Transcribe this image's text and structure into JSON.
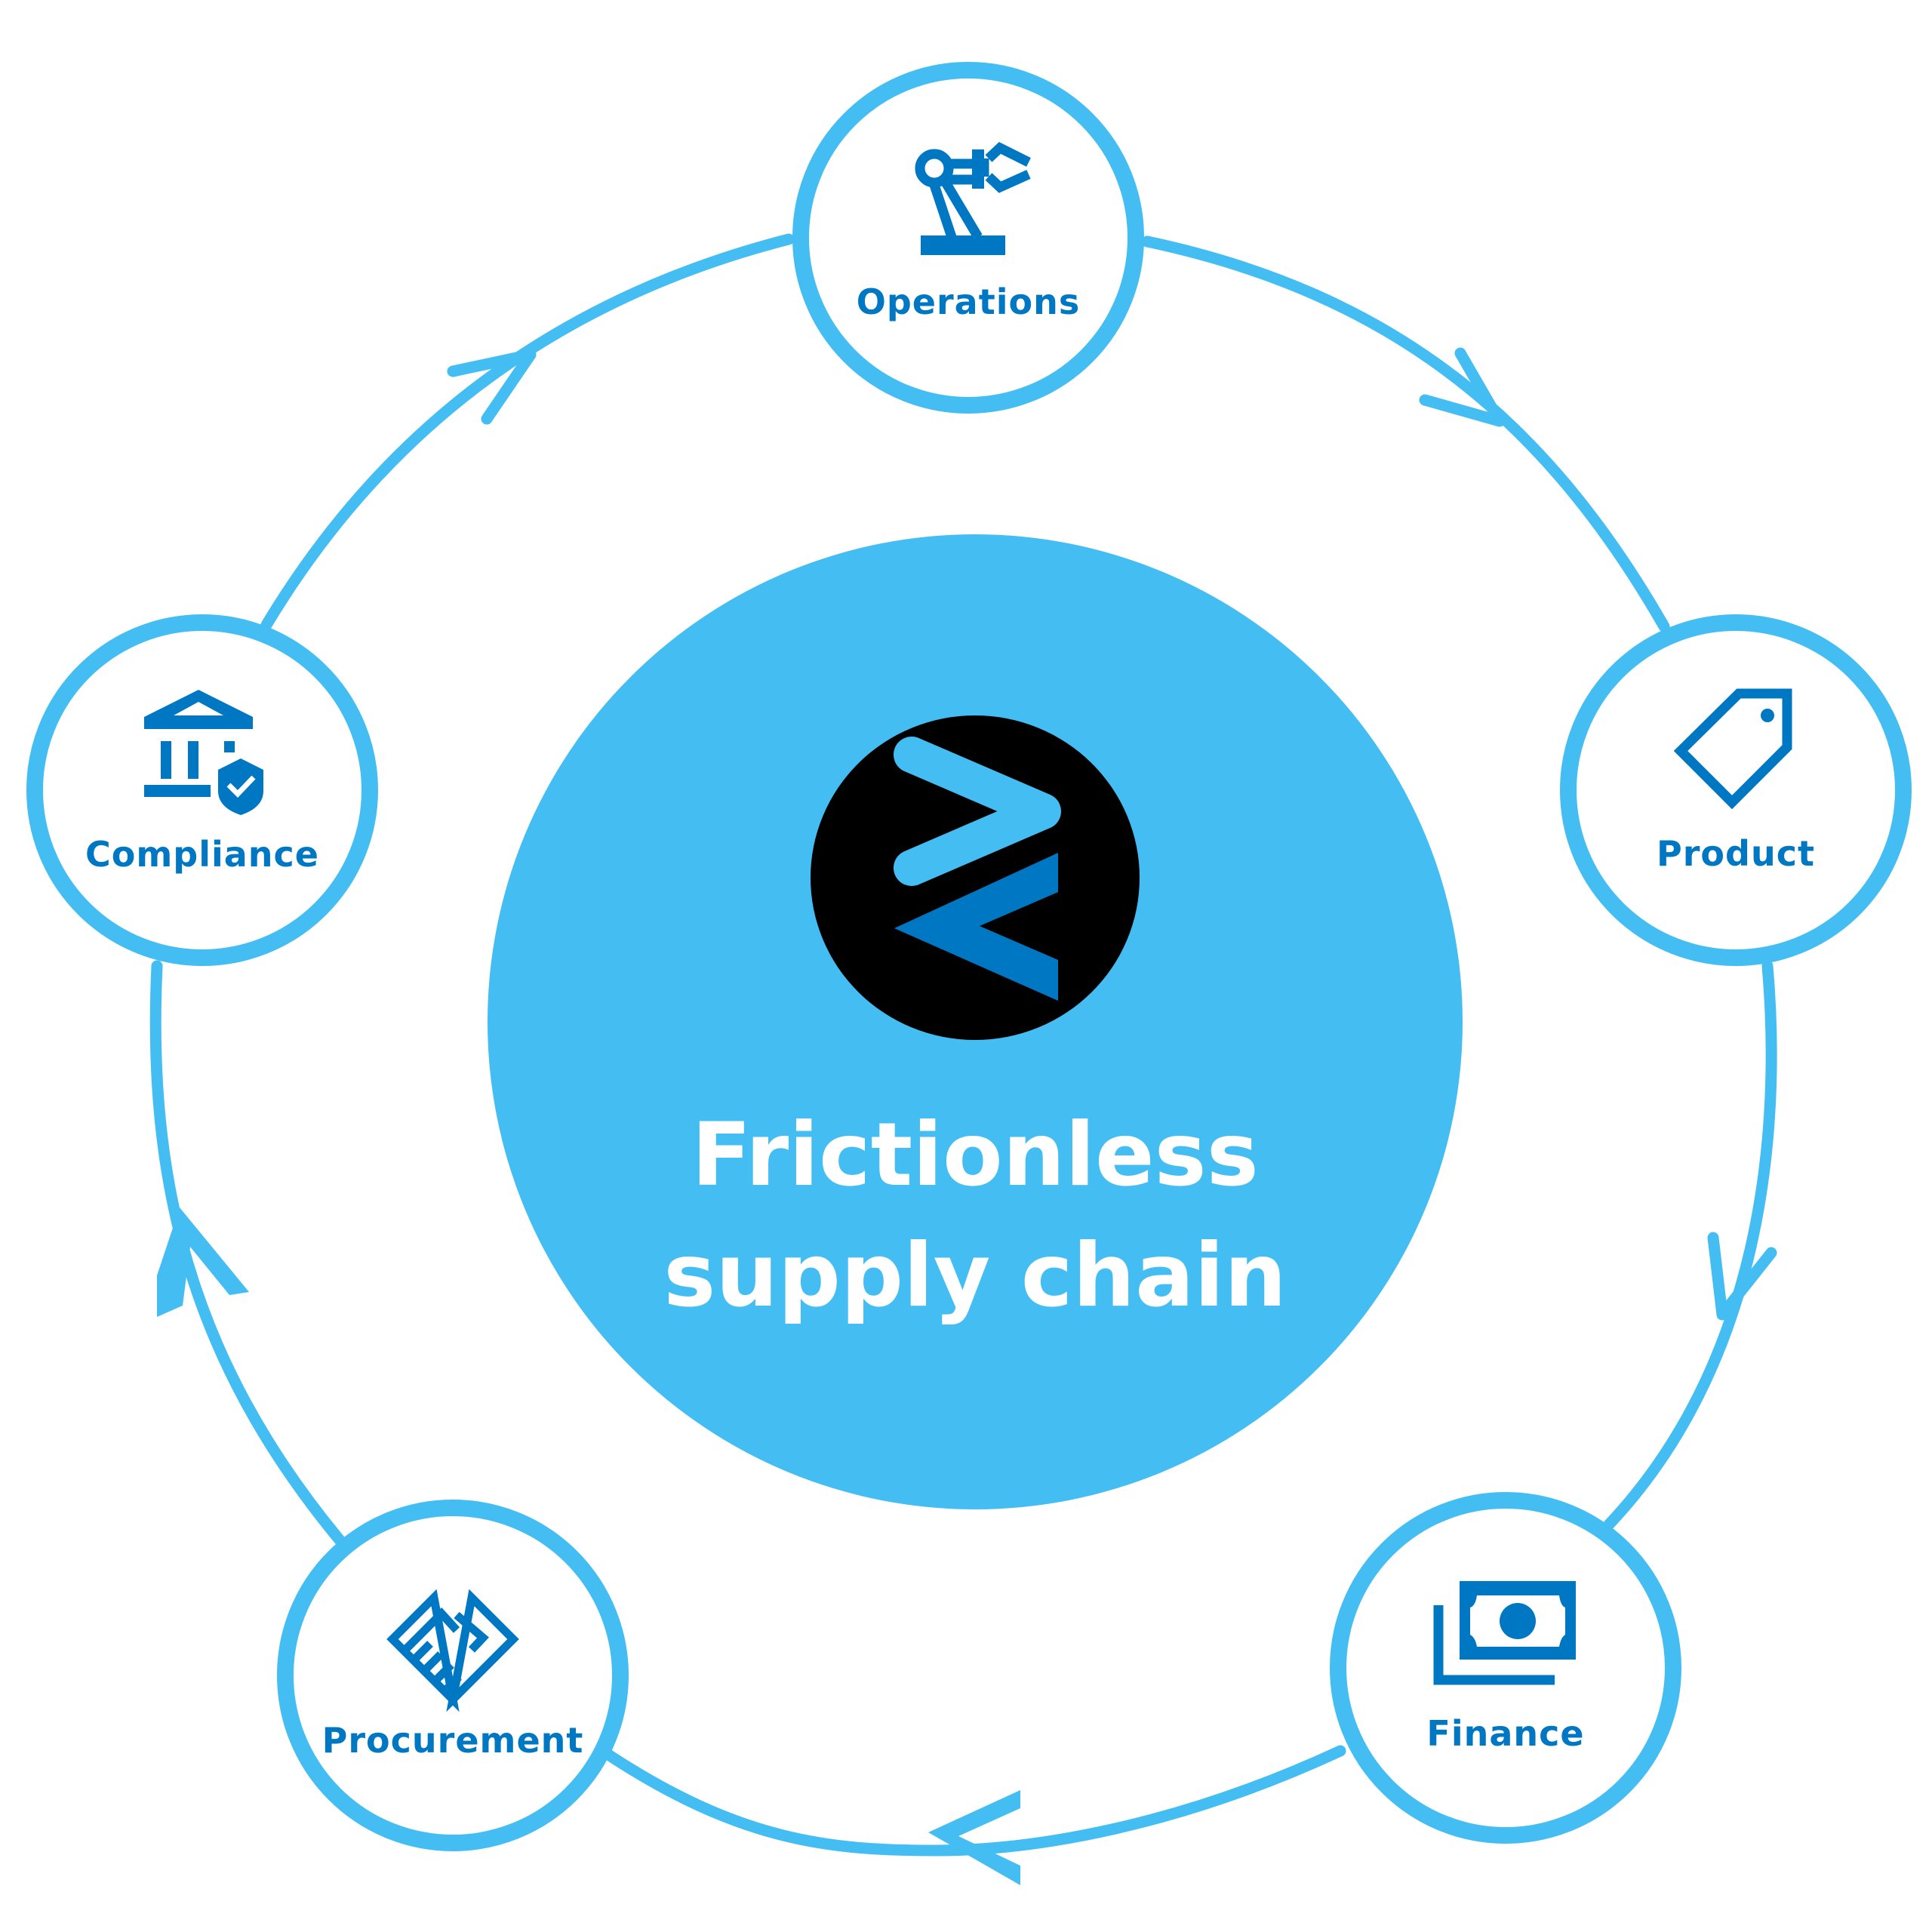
{
  "colors": {
    "accent_light": "#44BEF2",
    "accent_dark": "#0077C2",
    "logo_bg": "#000000",
    "hub_text": "#FFFFFF",
    "background": "#FFFFFF"
  },
  "hub": {
    "title_line1": "Frictionless",
    "title_line2": "supply chain",
    "logo_icon": "chevron-logo-icon"
  },
  "nodes": [
    {
      "id": "operations",
      "label": "Operations",
      "icon": "robot-arm-icon"
    },
    {
      "id": "product",
      "label": "Product",
      "icon": "price-tag-icon"
    },
    {
      "id": "finance",
      "label": "Finance",
      "icon": "banknotes-icon"
    },
    {
      "id": "procurement",
      "label": "Procurement",
      "icon": "handshake-icon"
    },
    {
      "id": "compliance",
      "label": "Compliance",
      "icon": "bank-shield-icon"
    }
  ],
  "flow": {
    "direction": "clockwise",
    "cycle": [
      "Operations",
      "Product",
      "Finance",
      "Procurement",
      "Compliance",
      "Operations"
    ]
  }
}
